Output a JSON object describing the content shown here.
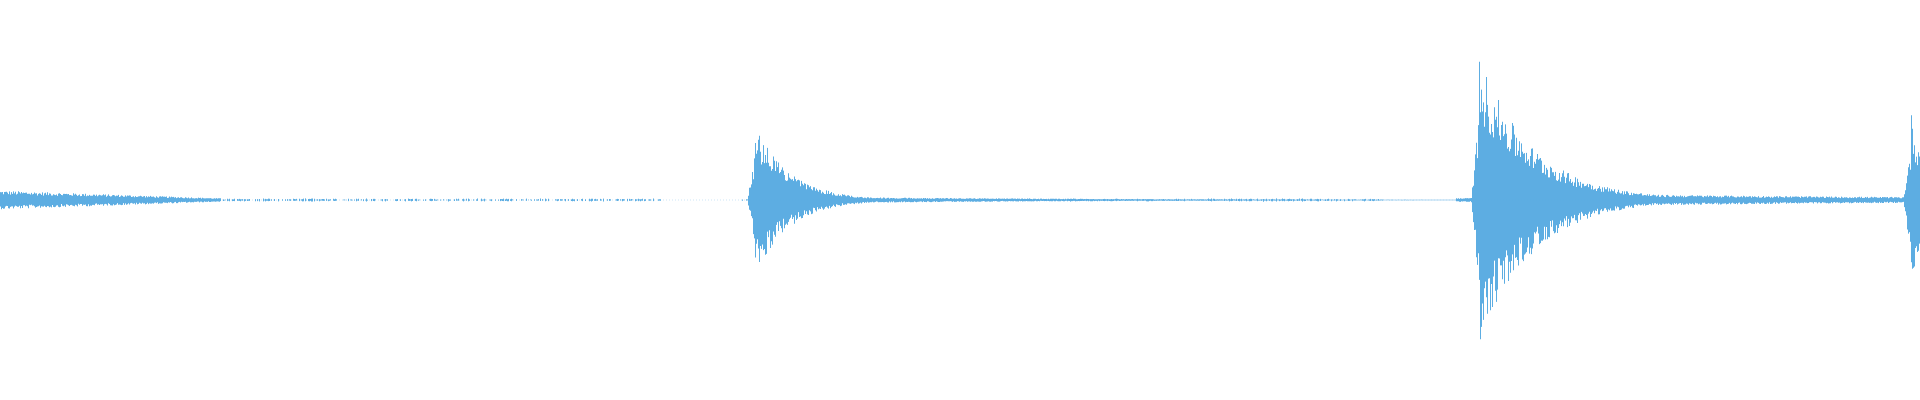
{
  "waveform": {
    "color": "#5dade2",
    "background": "#ffffff",
    "baseline_amplitude": 0.004,
    "noise_floor": [
      {
        "from": 0.0,
        "to": 0.115,
        "amp": 0.045,
        "falloff": "linear"
      },
      {
        "from": 0.115,
        "to": 0.345,
        "amp": 0.006,
        "falloff": "sparse"
      },
      {
        "from": 0.345,
        "to": 0.385,
        "amp": 0.0,
        "falloff": "none"
      },
      {
        "from": 0.385,
        "to": 0.72,
        "amp": 0.006,
        "falloff": "sparse"
      },
      {
        "from": 0.72,
        "to": 0.758,
        "amp": 0.0,
        "falloff": "none"
      },
      {
        "from": 0.758,
        "to": 1.0,
        "amp": 0.008,
        "falloff": "linear"
      }
    ],
    "transients": [
      {
        "at": 0.393,
        "peak": 0.38,
        "decay": 0.018,
        "tail_amp": 0.02
      },
      {
        "at": 0.77,
        "peak": 0.72,
        "decay": 0.028,
        "tail_amp": 0.04
      },
      {
        "at": 0.995,
        "peak": 0.45,
        "decay": 0.008,
        "tail_amp": 0.03
      }
    ]
  }
}
